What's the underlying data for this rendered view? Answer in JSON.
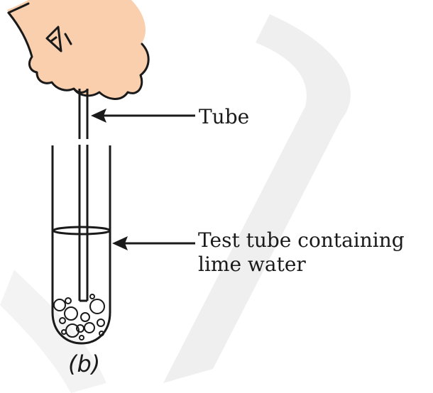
{
  "labels": {
    "tube": "Tube",
    "test_tube_line1": "Test tube containing",
    "test_tube_line2": "lime water",
    "caption": "(b)"
  },
  "colors": {
    "skin": "#f9cfae",
    "outline": "#1a1a1a",
    "watermark": "#efefef"
  }
}
